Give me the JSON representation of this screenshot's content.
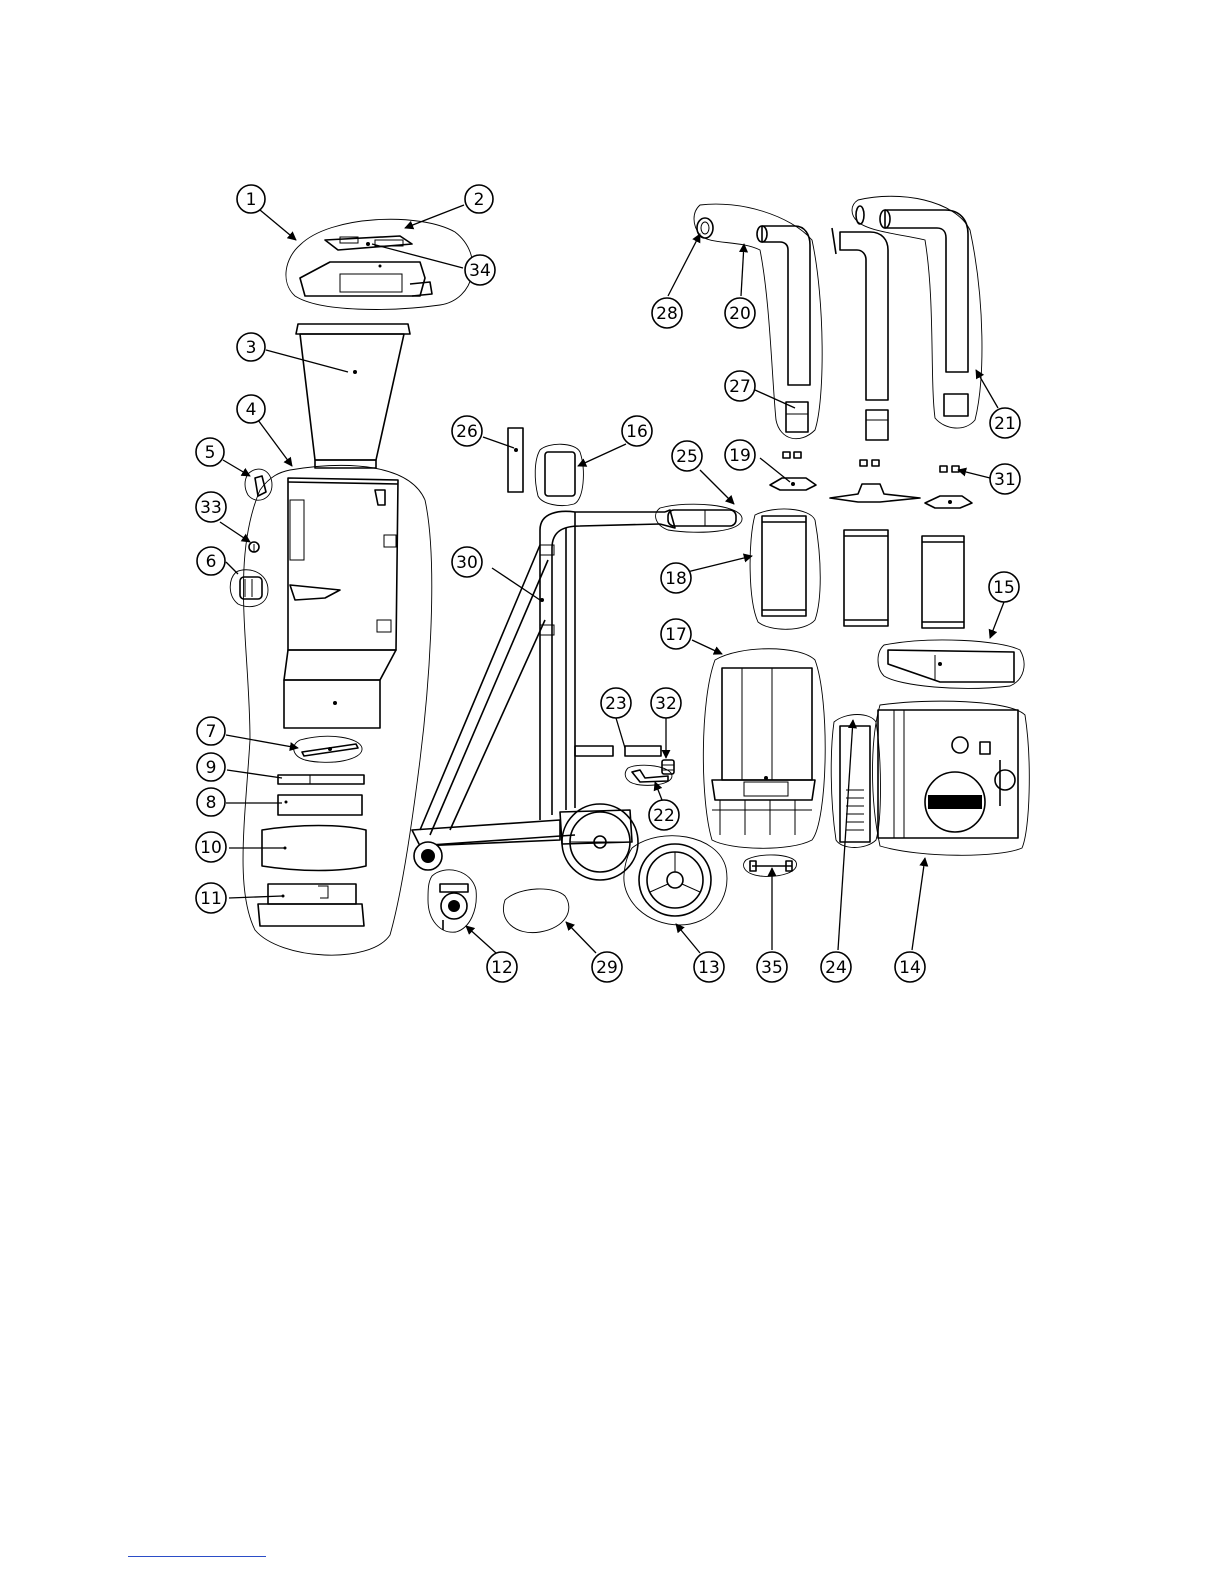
{
  "diagram": {
    "callouts": [
      "1",
      "2",
      "3",
      "4",
      "5",
      "6",
      "7",
      "8",
      "9",
      "10",
      "11",
      "12",
      "13",
      "14",
      "15",
      "16",
      "17",
      "18",
      "19",
      "20",
      "21",
      "22",
      "23",
      "24",
      "25",
      "26",
      "27",
      "28",
      "29",
      "30",
      "31",
      "32",
      "33",
      "34",
      "35"
    ]
  },
  "colors": {
    "line": "#000000",
    "background": "#ffffff",
    "footer_rule": "#2b4dc7"
  }
}
